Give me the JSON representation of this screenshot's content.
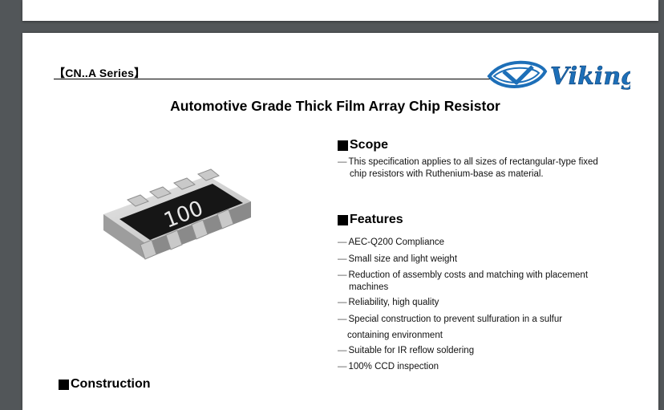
{
  "header": {
    "series": "【CN..A Series】",
    "logo_text": "Viking"
  },
  "title": "Automotive Grade Thick Film Array Chip Resistor",
  "chip_marking": "100",
  "scope": {
    "heading": "Scope",
    "dash": "—",
    "line1": "This specification applies to all sizes of rectangular-type fixed",
    "line2": "chip resistors with Ruthenium-base as material."
  },
  "features": {
    "heading": "Features",
    "dash": "—",
    "items": [
      "AEC-Q200 Compliance",
      "Small size and light weight",
      "Reduction of assembly costs and matching with placement",
      "machines",
      "Reliability, high quality",
      "Special construction to prevent sulfuration in a sulfur",
      "containing environment",
      "Suitable for IR reflow soldering",
      "100% CCD inspection"
    ]
  },
  "construction": {
    "heading": "Construction"
  }
}
